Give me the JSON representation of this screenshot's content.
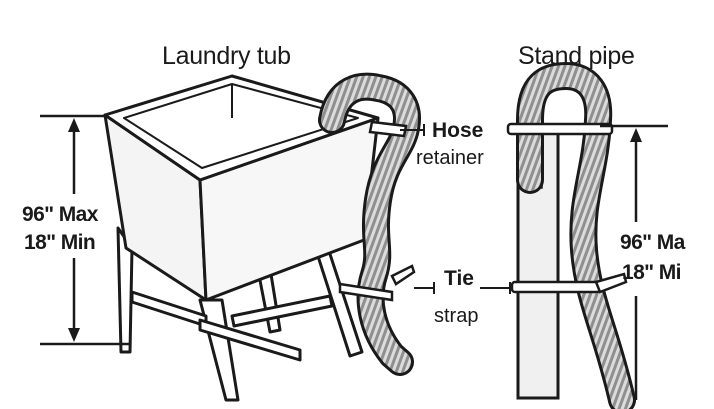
{
  "labels": {
    "laundry_tub": "Laundry tub",
    "stand_pipe": "Stand pipe",
    "hose": "Hose",
    "retainer": "retainer",
    "tie": "Tie",
    "strap": "strap",
    "left_max": "96\" Max",
    "left_min": "18\" Min",
    "right_max": "96\" Ma",
    "right_min": "18\" Mi"
  },
  "colors": {
    "ink": "#1a1a1a",
    "hose_light": "#d9d9d9",
    "hose_dark": "#9a9a9a",
    "tub_face": "#f2f2f2",
    "pipe_fill": "#eeeeee"
  }
}
